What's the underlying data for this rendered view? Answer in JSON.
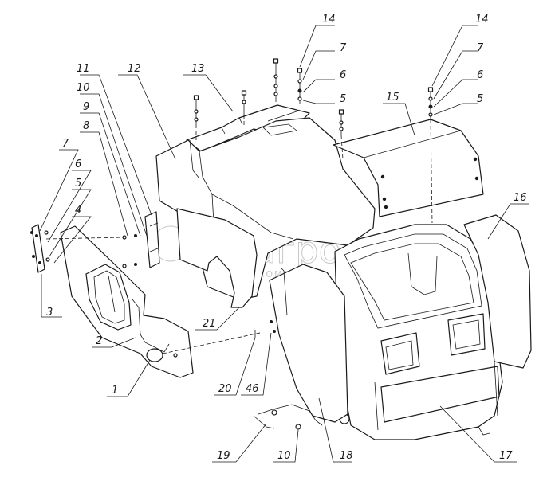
{
  "watermark": {
    "brand": "белагро",
    "subtitle": "ГРУППА КОМПАНИЙ"
  },
  "callouts": [
    {
      "id": "c1",
      "text": "1"
    },
    {
      "id": "c2",
      "text": "2"
    },
    {
      "id": "c3",
      "text": "3"
    },
    {
      "id": "c4",
      "text": "4"
    },
    {
      "id": "c5a",
      "text": "5"
    },
    {
      "id": "c6a",
      "text": "6"
    },
    {
      "id": "c7a",
      "text": "7"
    },
    {
      "id": "c8",
      "text": "8"
    },
    {
      "id": "c9",
      "text": "9"
    },
    {
      "id": "c10a",
      "text": "10"
    },
    {
      "id": "c11",
      "text": "11"
    },
    {
      "id": "c12",
      "text": "12"
    },
    {
      "id": "c13",
      "text": "13"
    },
    {
      "id": "c14a",
      "text": "14"
    },
    {
      "id": "c7b",
      "text": "7"
    },
    {
      "id": "c6b",
      "text": "6"
    },
    {
      "id": "c5b",
      "text": "5"
    },
    {
      "id": "c15",
      "text": "15"
    },
    {
      "id": "c14b",
      "text": "14"
    },
    {
      "id": "c7c",
      "text": "7"
    },
    {
      "id": "c6c",
      "text": "6"
    },
    {
      "id": "c5c",
      "text": "5"
    },
    {
      "id": "c16",
      "text": "16"
    },
    {
      "id": "c21",
      "text": "21"
    },
    {
      "id": "c20",
      "text": "20"
    },
    {
      "id": "c46",
      "text": "46"
    },
    {
      "id": "c19",
      "text": "19"
    },
    {
      "id": "c10b",
      "text": "10"
    },
    {
      "id": "c18",
      "text": "18"
    },
    {
      "id": "c17",
      "text": "17"
    }
  ]
}
